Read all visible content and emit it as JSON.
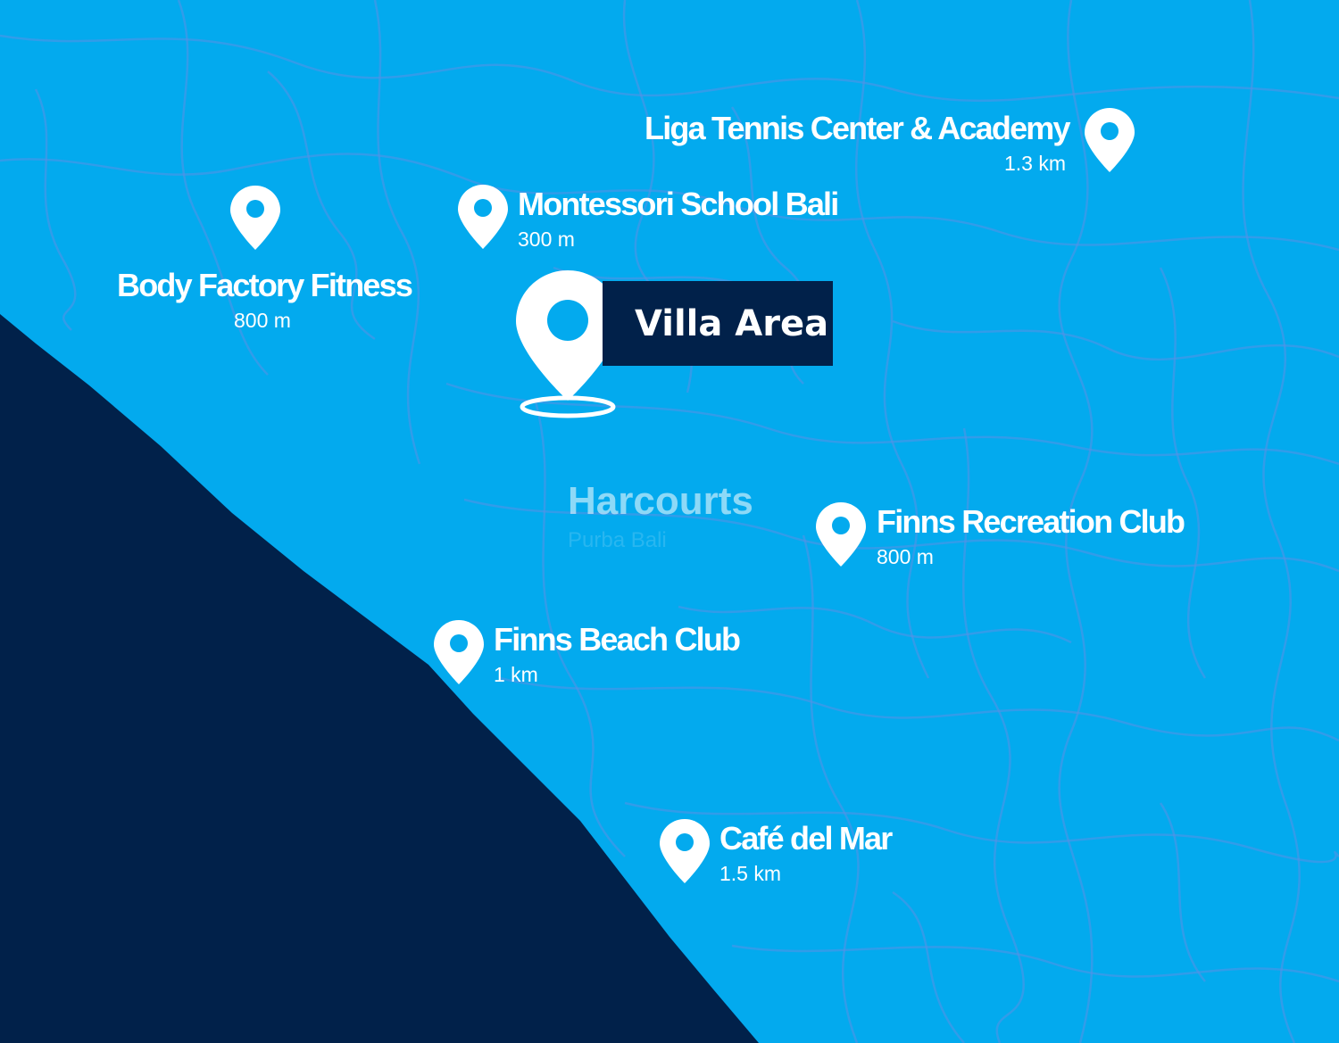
{
  "map": {
    "colors": {
      "land": "#03aaee",
      "sea": "#01214a",
      "roads": "#5a8fe6",
      "label_bg": "#01214a"
    },
    "watermark": {
      "brand": "Harcourts",
      "sub": "Purba Bali"
    },
    "main_location": {
      "label": "Villa Area",
      "icon": "map-pin-icon"
    },
    "points_of_interest": [
      {
        "name": "Liga Tennis Center & Academy",
        "distance": "1.3 km"
      },
      {
        "name": "Montessori School Bali",
        "distance": "300 m"
      },
      {
        "name": "Body Factory Fitness",
        "distance": "800 m"
      },
      {
        "name": "Finns Recreation Club",
        "distance": "800 m"
      },
      {
        "name": "Finns Beach Club",
        "distance": "1 km"
      },
      {
        "name": "Café del Mar",
        "distance": "1.5 km"
      }
    ]
  }
}
